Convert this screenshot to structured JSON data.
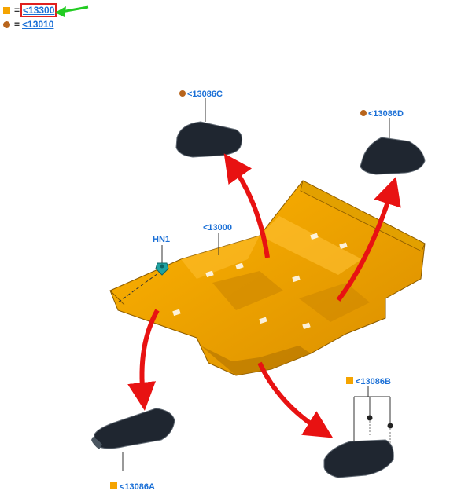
{
  "legend": [
    {
      "marker": "square",
      "color": "#f5a400",
      "equals": "=",
      "ref": "<13300"
    },
    {
      "marker": "circle",
      "color": "#b8651c",
      "equals": "=",
      "ref": "<13010"
    }
  ],
  "callouts": {
    "c13086C": "<13086C",
    "c13086D": "<13086D",
    "c13000": "<13000",
    "hn1": "HN1",
    "c13086B": "<13086B",
    "c13086A": "<13086A"
  },
  "colors": {
    "carpet": "#f0a000",
    "carpet_shade": "#c98400",
    "mat": "#1f2630",
    "arrow": "#e81212",
    "pointer": "#22cc22",
    "link": "#1a6fd6",
    "highlight_box": "#e02020"
  }
}
